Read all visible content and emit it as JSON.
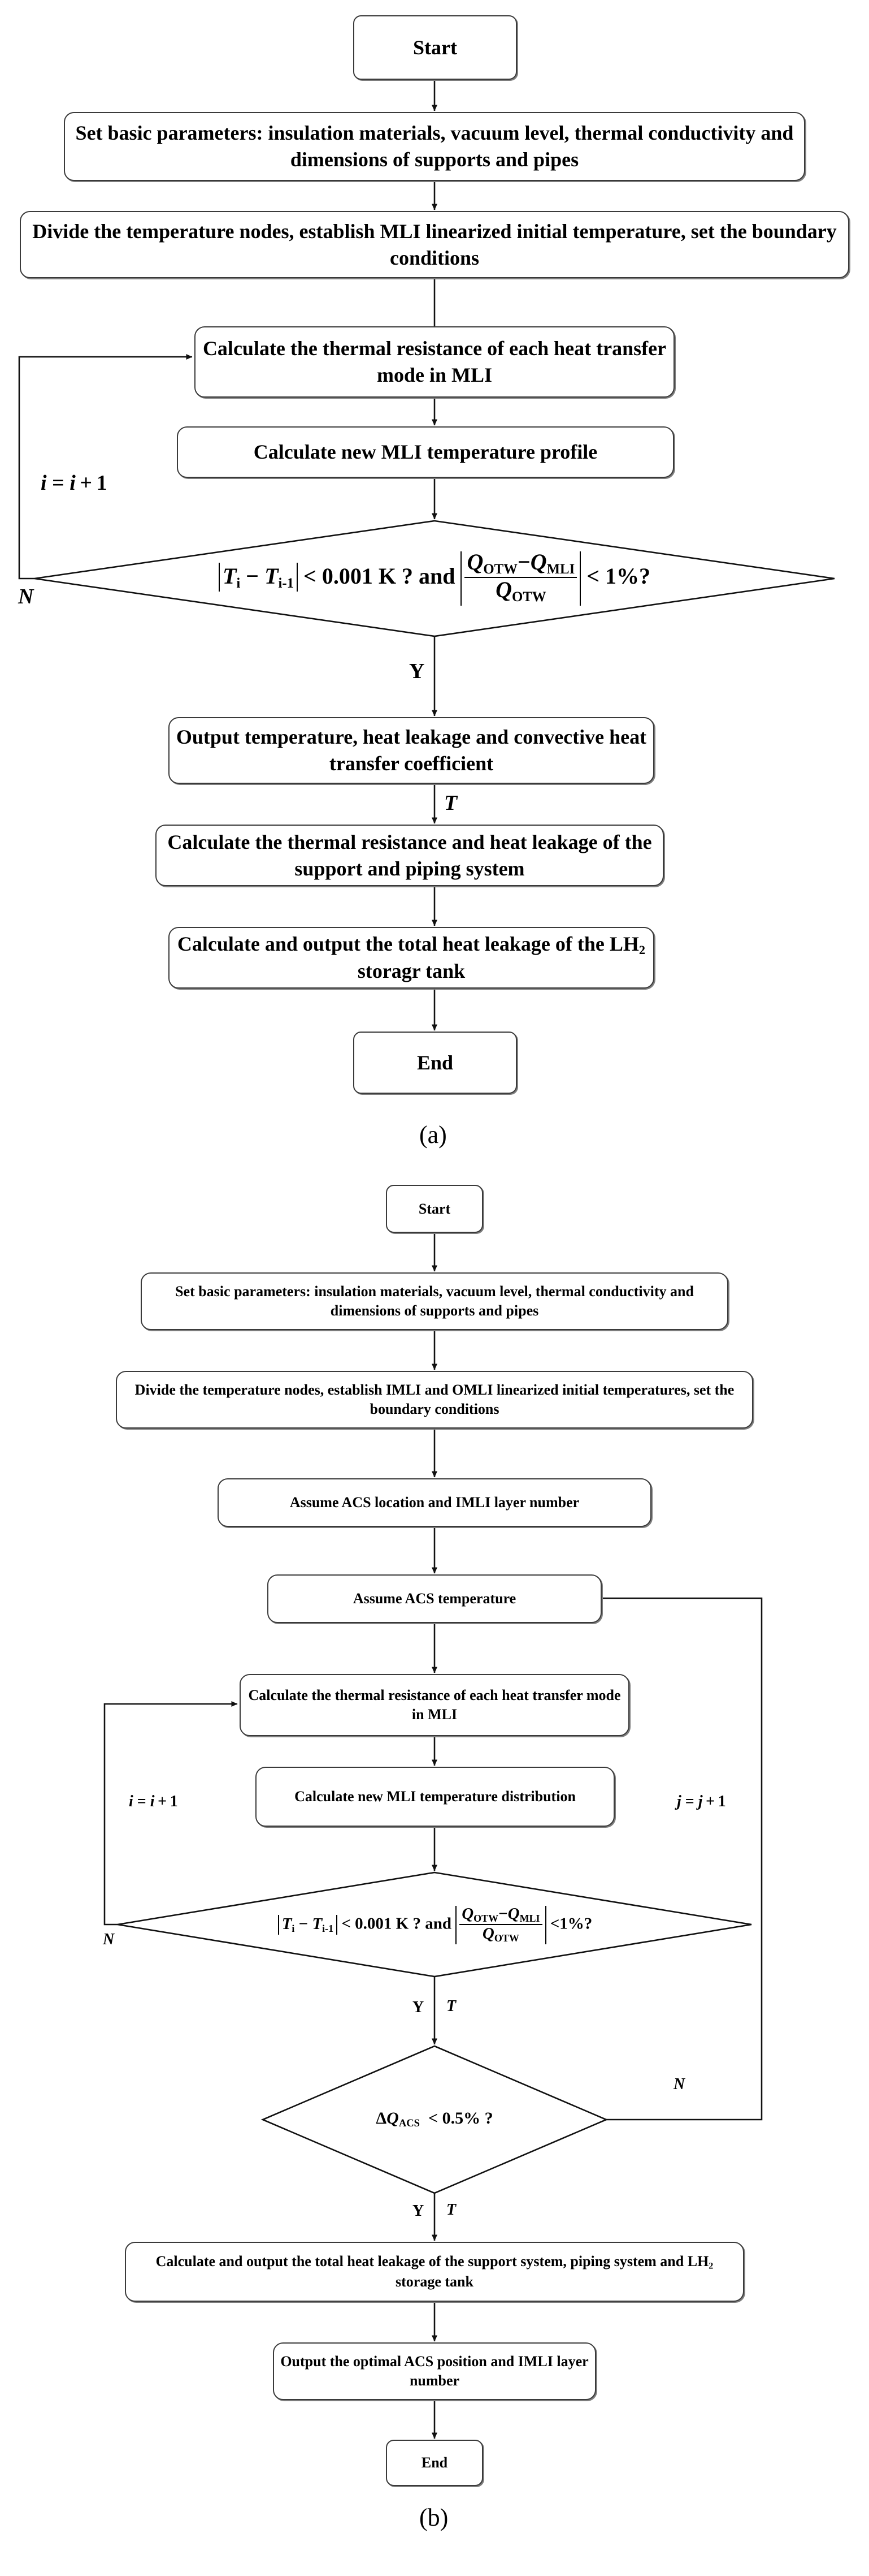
{
  "figure": {
    "panels": [
      {
        "caption": "(a)",
        "nodes": {
          "start": "Start",
          "set_params": "Set basic parameters: insulation materials, vacuum level, thermal conductivity and dimensions of supports and pipes",
          "divide_nodes": "Divide the temperature nodes, establish MLI linearized initial temperature,  set the boundary conditions",
          "calc_resistance": "Calculate the thermal resistance of each heat transfer mode in MLI",
          "calc_profile": "Calculate new MLI temperature profile",
          "output_temp": "Output temperature, heat leakage and convective heat transfer coefficient",
          "calc_support": "Calculate the thermal resistance and heat leakage of the support and piping system",
          "calc_total": "Calculate and output the total heat leakage of the LH2 storagr tank",
          "end": "End"
        },
        "decision": {
          "expr_left_var1": "T",
          "expr_left_sub1": "i",
          "expr_left_var2": "T",
          "expr_left_sub2": "i-1",
          "expr_mid": "< 0.001 K ? and",
          "frac_num_left_var": "Q",
          "frac_num_left_sub": "OTW",
          "frac_num_op": "−",
          "frac_num_right_var": "Q",
          "frac_num_right_sub": "MLI",
          "frac_den_var": "Q",
          "frac_den_sub": "OTW",
          "expr_right": "< 1%?"
        },
        "edge_labels": {
          "loop_counter": "i = i+1",
          "no": "N",
          "yes": "Y",
          "temperature": "T"
        }
      },
      {
        "caption": "(b)",
        "nodes": {
          "start": "Start",
          "set_params": "Set basic parameters: insulation materials, vacuum level, thermal conductivity and dimensions of supports and pipes",
          "divide_nodes": "Divide the temperature nodes, establish IMLI and OMLI linearized initial  temperatures,  set the boundary conditions",
          "assume_location": "Assume ACS location and IMLI layer number",
          "assume_temperature": "Assume ACS temperature",
          "calc_resistance": "Calculate the thermal resistance of each heat transfer mode in MLI",
          "calc_distribution": "Calculate new MLI temperature distribution",
          "calc_total": "Calculate and output the total heat leakage of the support system, piping system and LH2 storage tank",
          "output_optimal": "Output the optimal ACS position and IMLI layer number",
          "end": "End"
        },
        "decision1": {
          "expr_left_var1": "T",
          "expr_left_sub1": "i",
          "expr_left_var2": "T",
          "expr_left_sub2": "i-1",
          "expr_mid": "< 0.001 K ?  and",
          "frac_num_left_var": "Q",
          "frac_num_left_sub": "OTW",
          "frac_num_op": "−",
          "frac_num_right_var": "Q",
          "frac_num_right_sub": "MLI",
          "frac_den_var": "Q",
          "frac_den_sub": "OTW",
          "expr_right": "<1%?"
        },
        "decision2": {
          "delta": "Δ",
          "var": "Q",
          "sub": "ACS",
          "rest": "< 0.5%  ?"
        },
        "edge_labels": {
          "loop_counter_i": "i = i+1",
          "loop_counter_j": "j = j+1",
          "no1": "N",
          "no2": "N",
          "yes1": "Y",
          "yes2": "Y",
          "temperature1": "T",
          "temperature2": "T"
        }
      }
    ]
  }
}
